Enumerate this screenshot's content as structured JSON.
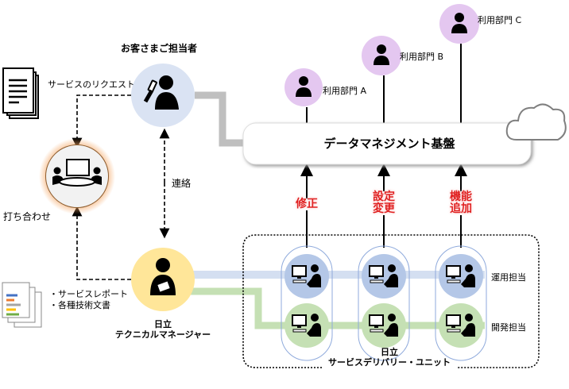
{
  "customer": {
    "title": "お客さまご担当者",
    "request_label": "サービスのリクエスト"
  },
  "meeting": {
    "label": "打ち合わせ"
  },
  "contact": {
    "label": "連絡"
  },
  "manager": {
    "line1": "日立",
    "line2": "テクニカルマネージャー"
  },
  "documents": {
    "items": [
      "・サービスレポート",
      "・各種技術文書"
    ]
  },
  "platform": {
    "label": "データマネジメント基盤"
  },
  "users": [
    {
      "label": "利用部門 A"
    },
    {
      "label": "利用部門 B"
    },
    {
      "label": "利用部門 C"
    }
  ],
  "actions": [
    {
      "line1": "修正",
      "line2": ""
    },
    {
      "line1": "設定",
      "line2": "変更"
    },
    {
      "line1": "機能",
      "line2": "追加"
    }
  ],
  "roles": {
    "ops": "運用担当",
    "dev": "開発担当"
  },
  "unit": {
    "line1": "日立",
    "line2": "サービスデリバリー・ユニット"
  },
  "colors": {
    "customer": "#dae3f3",
    "manager": "#ffe699",
    "user": "#e4c7f0",
    "ops": "#b4c7e7",
    "dev": "#c5e0b4",
    "action": "#e02020"
  }
}
